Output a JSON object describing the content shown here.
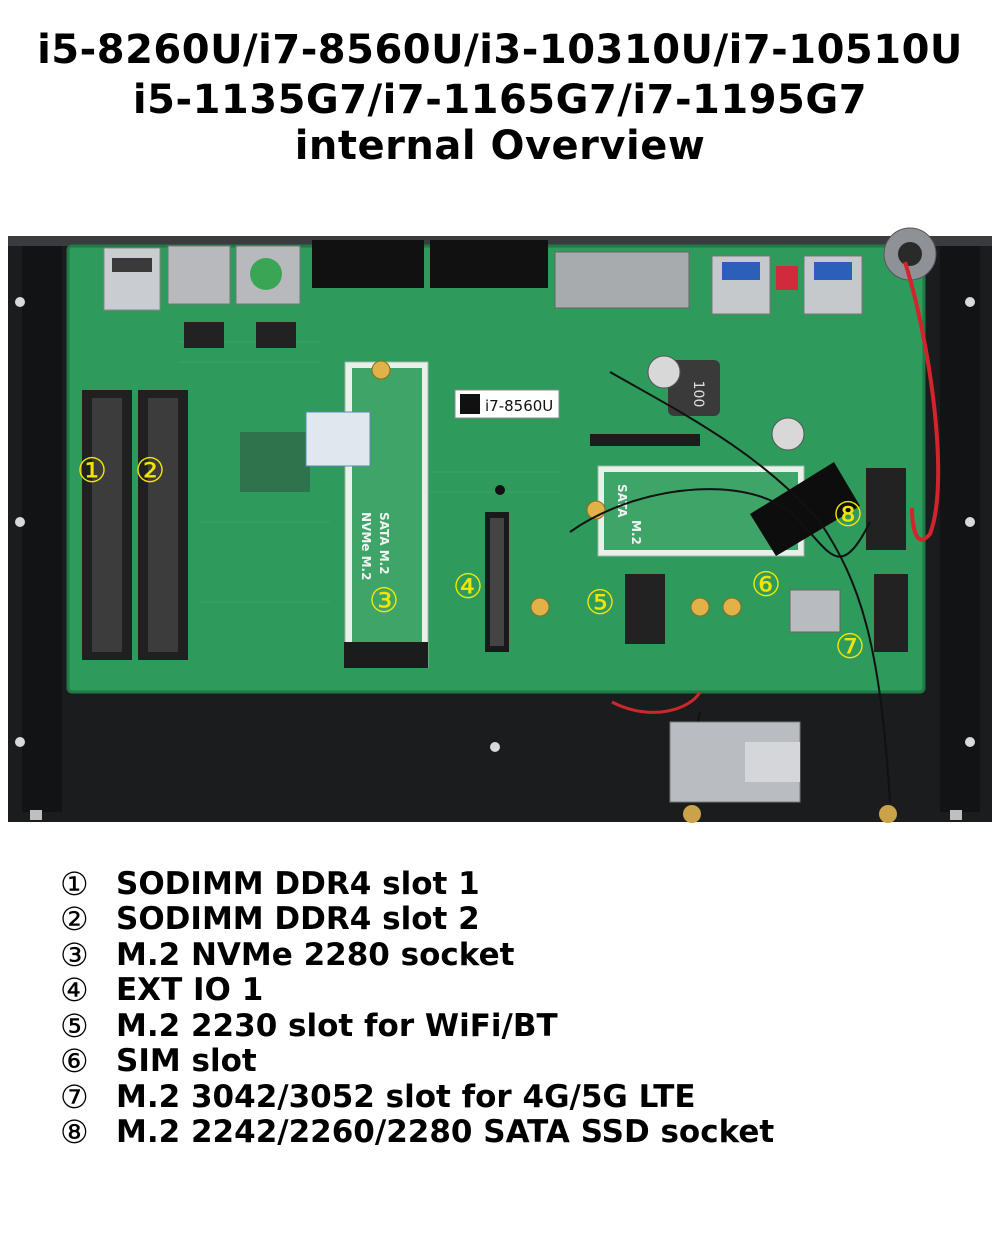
{
  "title": {
    "line1": "i5-8260U/i7-8560U/i3-10310U/i7-10510U",
    "line2": "i5-1135G7/i7-1165G7/i7-1195G7",
    "line3": "internal Overview"
  },
  "photo": {
    "cpu_sticker": "i7-8560U",
    "silk_m2_sata_nvme": "SATA  M.2",
    "silk_nvme": "NVMe M.2",
    "silk_m2_right": "M.2",
    "silk_sata_right": "SATA",
    "inductor_label": "100",
    "callouts": [
      "①",
      "②",
      "③",
      "④",
      "⑤",
      "⑥",
      "⑦",
      "⑧"
    ],
    "colors": {
      "pcb": "#2e9a5c",
      "case": "#1b1c1e",
      "callout": "#f2e600"
    }
  },
  "legend": [
    {
      "num": "①",
      "label": "SODIMM DDR4 slot 1"
    },
    {
      "num": "②",
      "label": "SODIMM DDR4 slot 2"
    },
    {
      "num": "③",
      "label": "M.2 NVMe 2280 socket"
    },
    {
      "num": "④",
      "label": "EXT IO 1"
    },
    {
      "num": "⑤",
      "label": "M.2 2230 slot for WiFi/BT"
    },
    {
      "num": "⑥",
      "label": "SIM slot"
    },
    {
      "num": "⑦",
      "label": "M.2 3042/3052 slot for 4G/5G LTE"
    },
    {
      "num": "⑧",
      "label": "M.2 2242/2260/2280 SATA SSD socket"
    }
  ]
}
